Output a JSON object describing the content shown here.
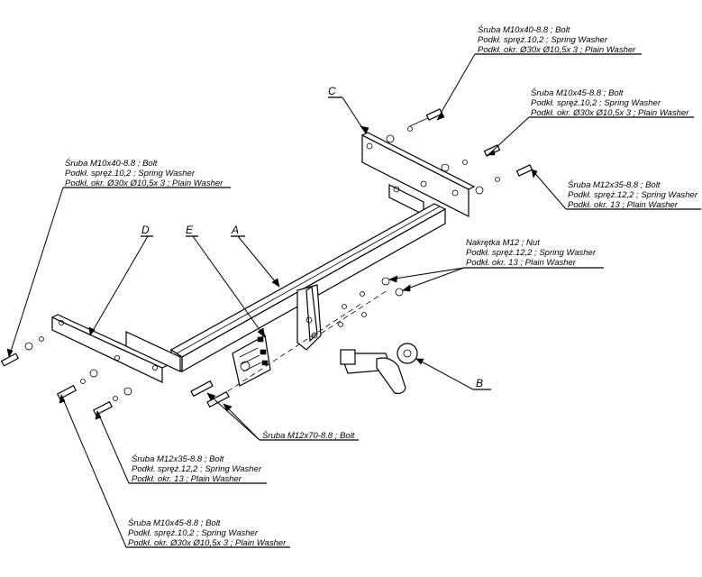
{
  "parts": {
    "A": "A",
    "B": "B",
    "C": "C",
    "D": "D",
    "E": "E"
  },
  "callouts": {
    "c_top": [
      "Śruba M10x40-8.8 ;  Bolt",
      "Podkł. spręż.10,2 ; Spring Washer",
      "Podkł. okr.  Ø30x Ø10,5x 3 ; Plain Washer"
    ],
    "c_mid": [
      "Śruba M10x45-8.8 ;  Bolt",
      "Podkł. spręż.10,2 ; Spring Washer",
      "Podkł. okr.  Ø30x Ø10,5x 3 ; Plain Washer"
    ],
    "c_right": [
      "Śruba M12x35-8.8 ;  Bolt",
      "Podkł. spręż.12,2 ; Spring Washer",
      "Podkł. okr. 13 ; Plain Washer"
    ],
    "nut": [
      "Nakrętka  M12 ; Nut",
      "Podkł. spręż.12,2 ; Spring Washer",
      "Podkł. okr. 13 ; Plain Washer"
    ],
    "d_left": [
      "Śruba M10x40-8.8 ;  Bolt",
      "Podkł. spręż.10,2 ; Spring Washer",
      "Podkł. okr.  Ø30x Ø10,5x 3 ; Plain Washer"
    ],
    "center_bolt": [
      "Śruba M12x70-8.8 ;  Bolt"
    ],
    "bl_1": [
      "Śruba M12x35-8.8 ;  Bolt",
      "Podkł. spręż.12,2 ; Spring Washer",
      "Podkł. okr. 13 ; Plain Washer"
    ],
    "bl_2": [
      "Śruba M10x45-8.8 ;  Bolt",
      "Podkł. spręż.10,2 ; Spring Washer",
      "Podkł. okr.  Ø30x Ø10,5x 3 ; Plain Washer"
    ]
  }
}
